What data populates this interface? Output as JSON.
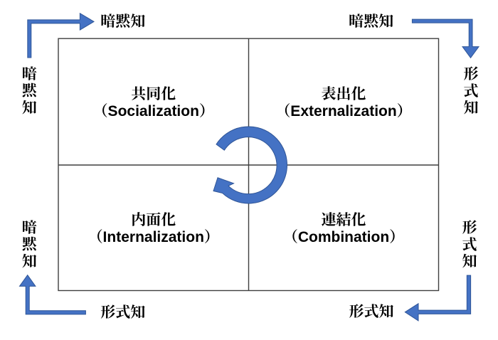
{
  "diagram": {
    "type": "seci-model-matrix",
    "colors": {
      "background": "#ffffff",
      "arrow_blue_fill": "#4472C4",
      "arrow_blue_outline": "#2F5597",
      "grid_line": "#3f3f3f",
      "text": "#000000"
    },
    "quadrants": {
      "top_left": {
        "jp": "共同化",
        "en": "（Socialization）"
      },
      "top_right": {
        "jp": "表出化",
        "en": "（Externalization）"
      },
      "bottom_left": {
        "jp": "内面化",
        "en": "（Internalization）"
      },
      "bottom_right": {
        "jp": "連結化",
        "en": "（Combination）"
      }
    },
    "edge_labels": {
      "top_left_horizontal": "暗黙知",
      "top_right_horizontal": "暗黙知",
      "bottom_left_horizontal": "形式知",
      "bottom_right_horizontal": "形式知",
      "left_top_vertical": "暗黙知",
      "left_bottom_vertical": "暗黙知",
      "right_top_vertical": "形式知",
      "right_bottom_vertical": "形式知"
    }
  }
}
